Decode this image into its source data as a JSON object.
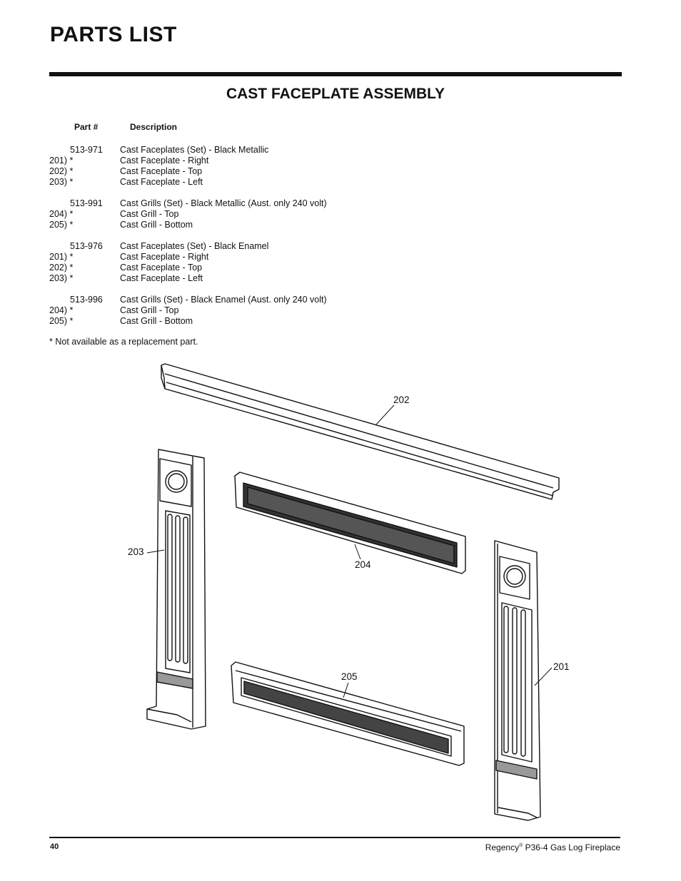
{
  "header": {
    "title": "PARTS LIST"
  },
  "section": {
    "title": "CAST FACEPLATE ASSEMBLY"
  },
  "columns": {
    "part": "Part #",
    "description": "Description"
  },
  "groups": [
    {
      "items": [
        {
          "part": "513-971",
          "desc": "Cast Faceplates (Set) - Black Metallic",
          "main": true
        },
        {
          "part": "201) *",
          "desc": "Cast Faceplate - Right"
        },
        {
          "part": "202) *",
          "desc": "Cast Faceplate - Top"
        },
        {
          "part": "203) *",
          "desc": "Cast Faceplate - Left"
        }
      ]
    },
    {
      "items": [
        {
          "part": "513-991",
          "desc": "Cast Grills (Set) - Black Metallic (Aust. only 240 volt)",
          "main": true
        },
        {
          "part": "204) *",
          "desc": "Cast Grill - Top"
        },
        {
          "part": "205) *",
          "desc": "Cast Grill - Bottom"
        }
      ]
    },
    {
      "items": [
        {
          "part": "513-976",
          "desc": "Cast Faceplates (Set) - Black Enamel",
          "main": true
        },
        {
          "part": "201) *",
          "desc": "Cast Faceplate - Right"
        },
        {
          "part": "202) *",
          "desc": "Cast Faceplate - Top"
        },
        {
          "part": "203) *",
          "desc": "Cast Faceplate - Left"
        }
      ]
    },
    {
      "items": [
        {
          "part": "513-996",
          "desc": "Cast Grills (Set) - Black Enamel (Aust. only 240 volt)",
          "main": true
        },
        {
          "part": "204) *",
          "desc": "Cast Grill - Top"
        },
        {
          "part": "205) *",
          "desc": "Cast Grill - Bottom"
        }
      ]
    }
  ],
  "footnote": "* Not available as a replacement part.",
  "callouts": {
    "c202": "202",
    "c203": "203",
    "c204": "204",
    "c205": "205",
    "c201": "201"
  },
  "footer": {
    "page_number": "40",
    "brand": "Regency",
    "reg_mark": "®",
    "product": " P36-4 Gas Log Fireplace"
  }
}
